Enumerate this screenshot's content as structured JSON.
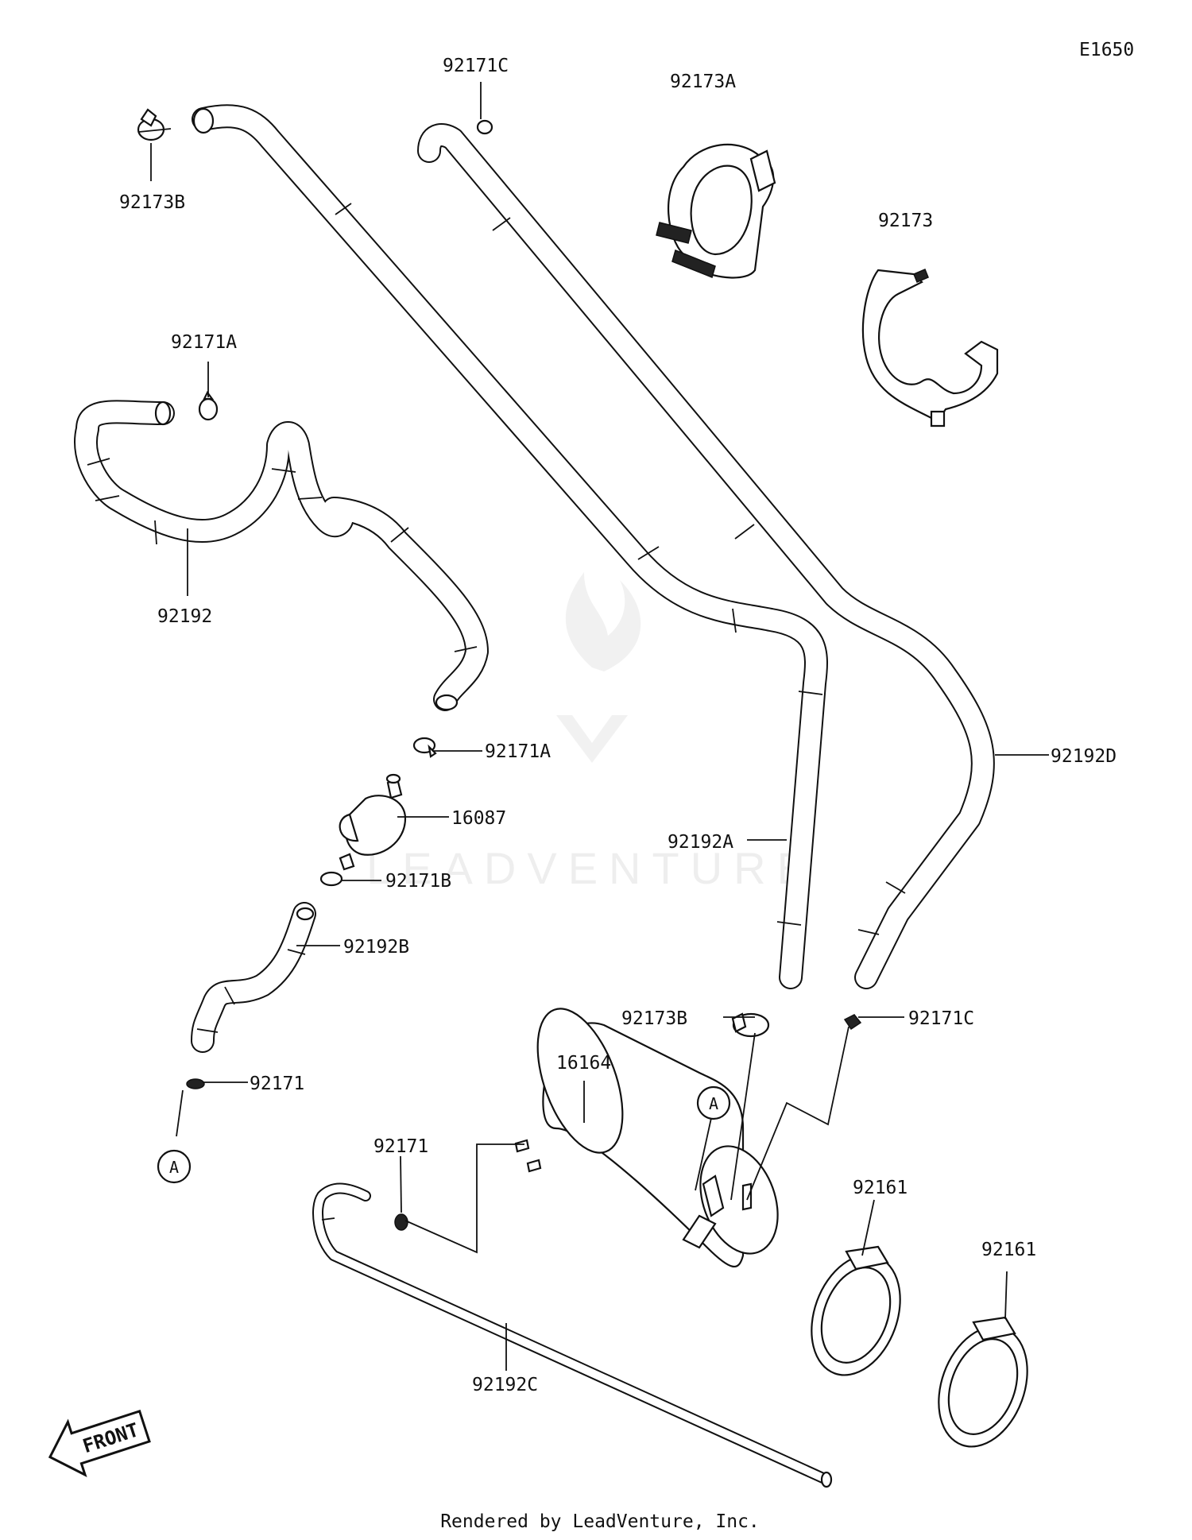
{
  "diagram_code": "E1650",
  "footer": "Rendered by LeadVenture, Inc.",
  "watermark": "LEADVENTURE",
  "front_arrow": "FRONT",
  "ref_marker": "A",
  "labels": {
    "l92171C_top": "92171C",
    "l92173A": "92173A",
    "l92173B_top": "92173B",
    "l92173": "92173",
    "l92171A_top": "92171A",
    "l92192": "92192",
    "l92171A_mid": "92171A",
    "l16087": "16087",
    "l92171B": "92171B",
    "l92192B": "92192B",
    "l92171_left": "92171",
    "l92192A": "92192A",
    "l92192D": "92192D",
    "l92173B_bottom": "92173B",
    "l92171C_bottom": "92171C",
    "l16164": "16164",
    "l92171_bottom": "92171",
    "l92161_a": "92161",
    "l92161_b": "92161",
    "l92192C": "92192C"
  }
}
